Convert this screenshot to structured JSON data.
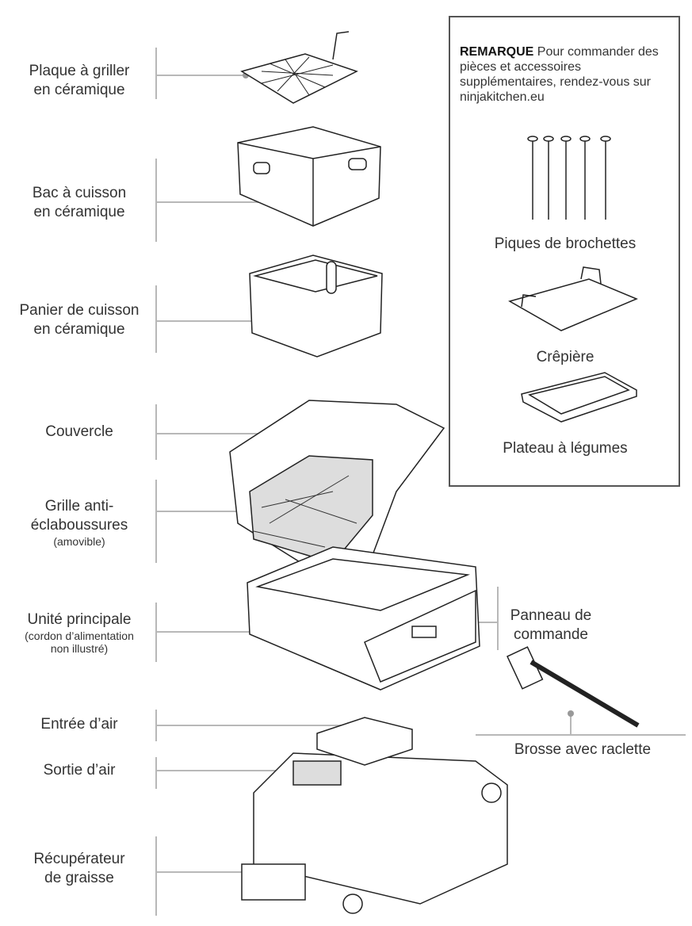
{
  "parts": {
    "grill_plate": [
      "Plaque à griller",
      "en céramique"
    ],
    "cooking_pot": [
      "Bac à cuisson",
      "en céramique"
    ],
    "basket": [
      "Panier de cuisson",
      "en céramique"
    ],
    "lid": "Couvercle",
    "splatter_shield": [
      "Grille anti-",
      "éclaboussures",
      "(amovible)"
    ],
    "main_unit": [
      "Unité principale",
      "(cordon d’alimentation",
      "non illustré)"
    ],
    "air_intake": "Entrée d’air",
    "air_outlet": "Sortie d’air",
    "grease_collector": [
      "Récupérateur",
      "de graisse"
    ],
    "control_panel": [
      "Panneau de",
      "commande"
    ],
    "brush": "Brosse avec raclette"
  },
  "note": {
    "heading": "REMARQUE",
    "text": "Pour commander des pièces et accessoires supplémentaires, rendez-vous sur ninjakitchen.eu"
  },
  "accessories": [
    "Piques de brochettes",
    "Crêpière",
    "Plateau à légumes"
  ]
}
